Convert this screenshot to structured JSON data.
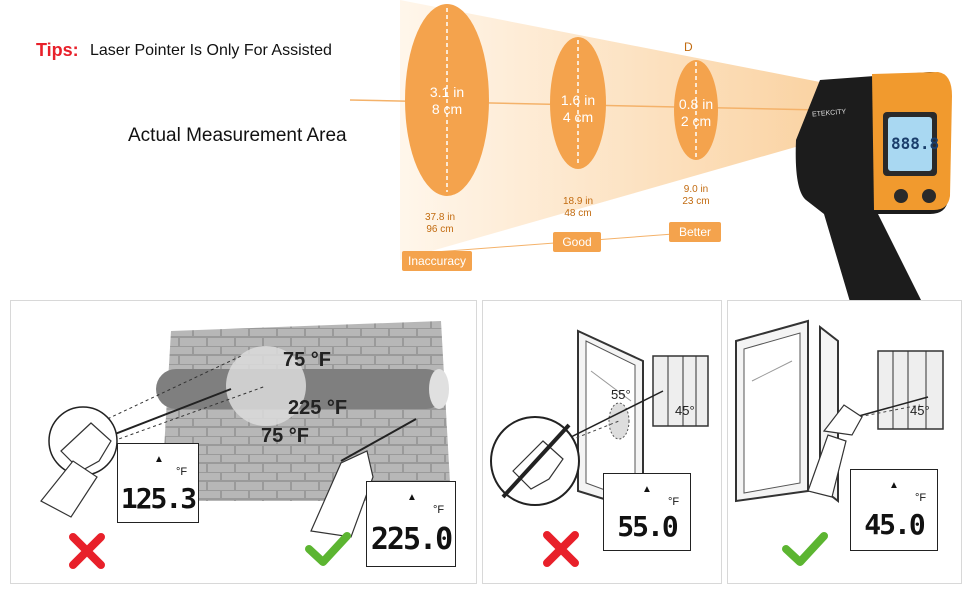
{
  "tips": {
    "label": "Tips:",
    "text": "Laser Pointer Is Only For Assisted"
  },
  "actual_area": "Actual Measurement Area",
  "beam": {
    "d_label": "D",
    "spots": [
      {
        "dia_in": "3.1 in",
        "dia_cm": "8 cm",
        "dist_in": "37.8 in",
        "dist_cm": "96 cm",
        "tag": "Inaccuracy"
      },
      {
        "dia_in": "1.6 in",
        "dia_cm": "4 cm",
        "dist_in": "18.9 in",
        "dist_cm": "48 cm",
        "tag": "Good"
      },
      {
        "dia_in": "0.8 in",
        "dia_cm": "2 cm",
        "dist_in": "9.0 in",
        "dist_cm": "23 cm",
        "tag": "Better"
      }
    ]
  },
  "device": {
    "display": "888.8",
    "brand": "ETEKCITY"
  },
  "scenes": {
    "pipe": {
      "top_temp": "75 °F",
      "pipe_temp": "225 °F",
      "bottom_temp": "75 °F",
      "wrong_reading": "125.3",
      "right_reading": "225.0",
      "unit": "°F"
    },
    "window": {
      "glass_temp": "55°",
      "radiator_temp_1": "45°",
      "radiator_temp_2": "45°",
      "wrong_reading": "55.0",
      "right_reading": "45.0",
      "unit": "°F"
    }
  },
  "colors": {
    "orange": "#f4a34d",
    "red": "#e8202a",
    "green": "#5cb531",
    "beam": "#fbd9ad"
  }
}
